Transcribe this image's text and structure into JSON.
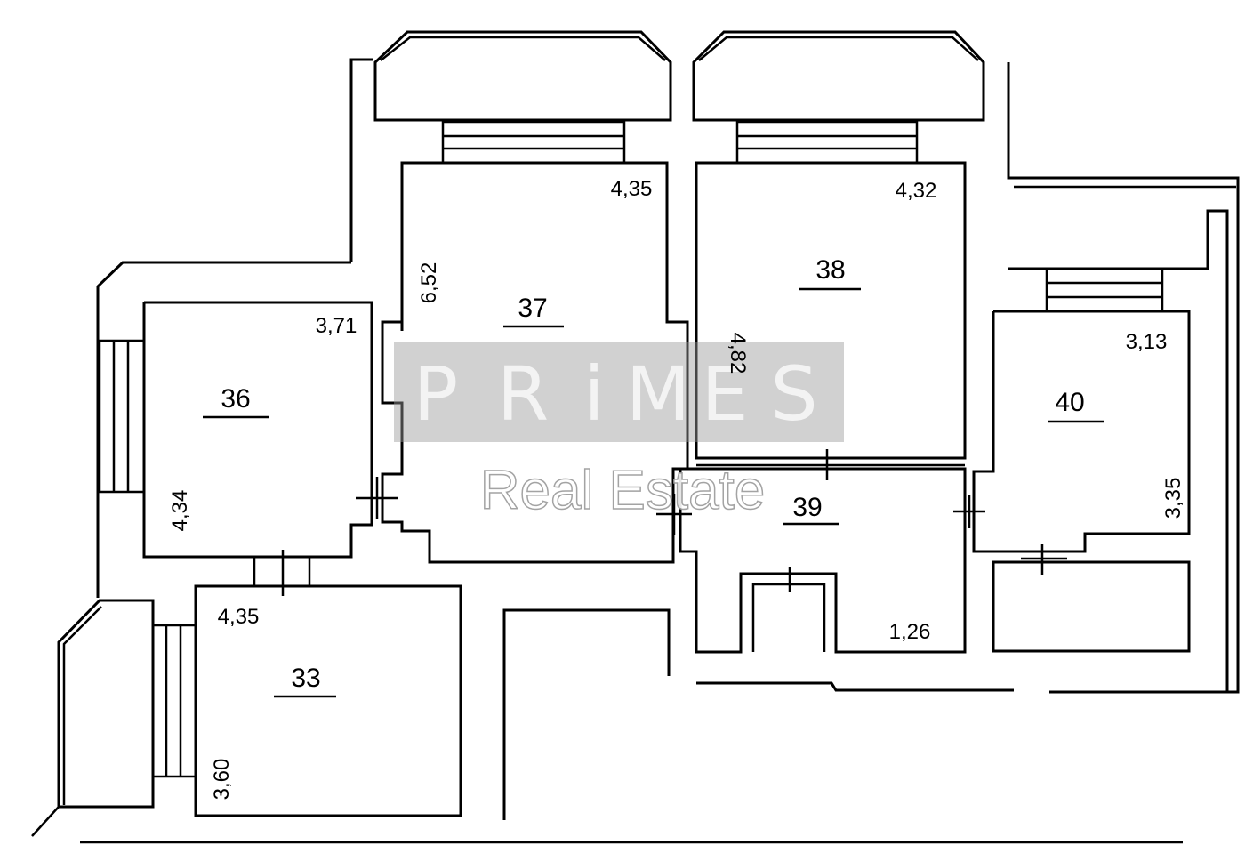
{
  "rooms": [
    {
      "id": "r33",
      "label": "33"
    },
    {
      "id": "r36",
      "label": "36"
    },
    {
      "id": "r37",
      "label": "37"
    },
    {
      "id": "r38",
      "label": "38"
    },
    {
      "id": "r39",
      "label": "39"
    },
    {
      "id": "r40",
      "label": "40"
    }
  ],
  "dimensions": {
    "r37_width": "4,35",
    "r37_length": "6,52",
    "r38_width": "4,32",
    "r38_length": "4,82",
    "r36_width": "3,71",
    "r36_length": "4,34",
    "r40_width": "3,13",
    "r40_length": "3,35",
    "r33_width": "4,35",
    "r33_length": "3,60",
    "r39_dim": "1,26"
  },
  "watermark": {
    "letters": [
      "P",
      "R",
      "i",
      "M",
      "E",
      "S"
    ],
    "subtitle": "Real Estate"
  }
}
